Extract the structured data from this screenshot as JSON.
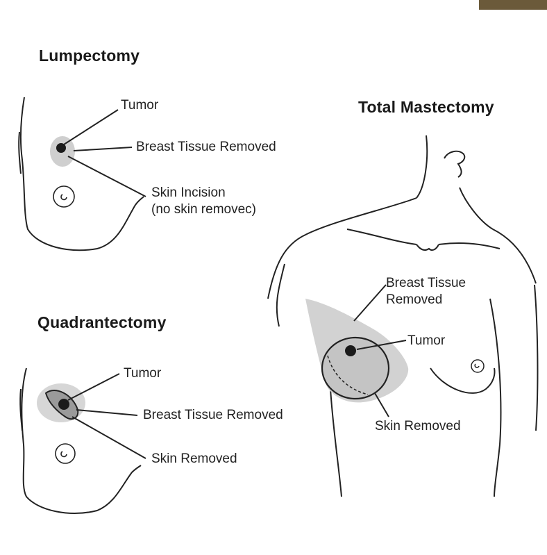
{
  "panels": {
    "lumpectomy": {
      "title": "Lumpectomy",
      "labels": {
        "tumor": "Tumor",
        "tissue": "Breast Tissue Removed",
        "incision_line1": "Skin Incision",
        "incision_line2": "(no skin removec)"
      }
    },
    "quadrantectomy": {
      "title": "Quadrantectomy",
      "labels": {
        "tumor": "Tumor",
        "tissue": "Breast Tissue Removed",
        "skin": "Skin Removed"
      }
    },
    "mastectomy": {
      "title": "Total Mastectomy",
      "labels": {
        "tissue_line1": "Breast Tissue",
        "tissue_line2": "Removed",
        "tumor": "Tumor",
        "skin": "Skin Removed"
      }
    }
  },
  "colors": {
    "line": "#222222",
    "shading": "#cfcfcf",
    "tumor": "#1b1b1b",
    "corner_tab": "#6b5a3a"
  }
}
